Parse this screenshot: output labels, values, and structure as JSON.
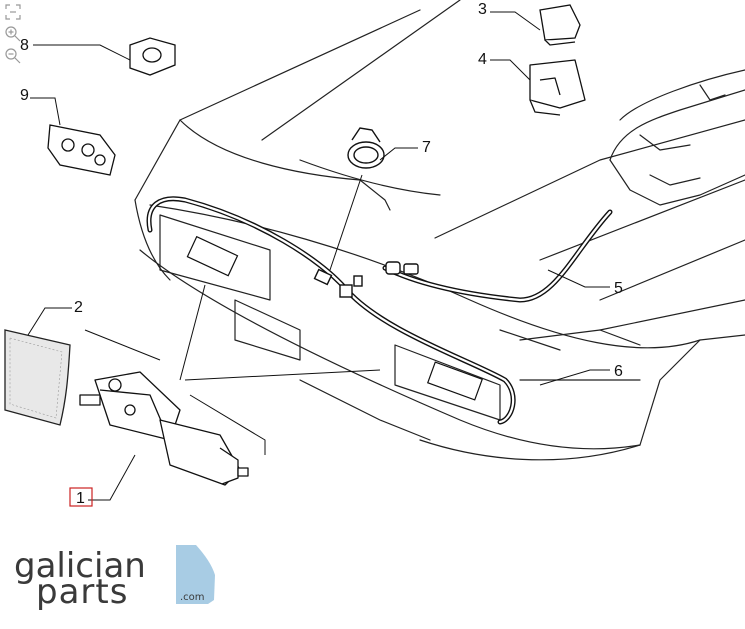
{
  "toolbar": {
    "tools": [
      {
        "name": "fit-to-screen-icon"
      },
      {
        "name": "zoom-in-icon"
      },
      {
        "name": "zoom-out-icon"
      }
    ]
  },
  "diagram": {
    "callouts": [
      {
        "id": "1",
        "label": "1",
        "highlighted": true
      },
      {
        "id": "2",
        "label": "2"
      },
      {
        "id": "3",
        "label": "3"
      },
      {
        "id": "4",
        "label": "4"
      },
      {
        "id": "5",
        "label": "5"
      },
      {
        "id": "6",
        "label": "6"
      },
      {
        "id": "7",
        "label": "7"
      },
      {
        "id": "8",
        "label": "8"
      },
      {
        "id": "9",
        "label": "9"
      }
    ],
    "highlight_color": "#cc2222"
  },
  "logo": {
    "line1": "galician",
    "line2": "parts",
    "suffix": ".com",
    "accent_color": "#a8cce4"
  }
}
